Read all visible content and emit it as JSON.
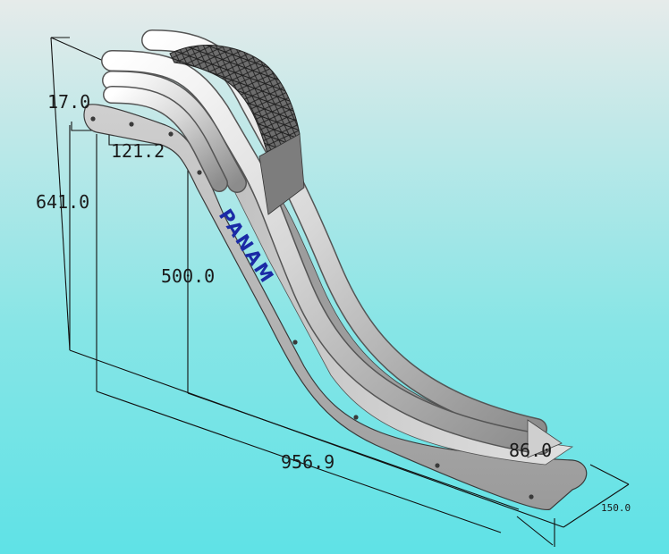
{
  "drawing": {
    "brand_text": "PANAM",
    "brand_color": "#1b2aa6",
    "dimensions": [
      {
        "id": "dim-17",
        "label": "17.0"
      },
      {
        "id": "dim-121",
        "label": "121.2"
      },
      {
        "id": "dim-641",
        "label": "641.0"
      },
      {
        "id": "dim-500",
        "label": "500.0"
      },
      {
        "id": "dim-956",
        "label": "956.9"
      },
      {
        "id": "dim-86",
        "label": "86.0"
      },
      {
        "id": "dim-150",
        "label": "150.0"
      }
    ]
  }
}
